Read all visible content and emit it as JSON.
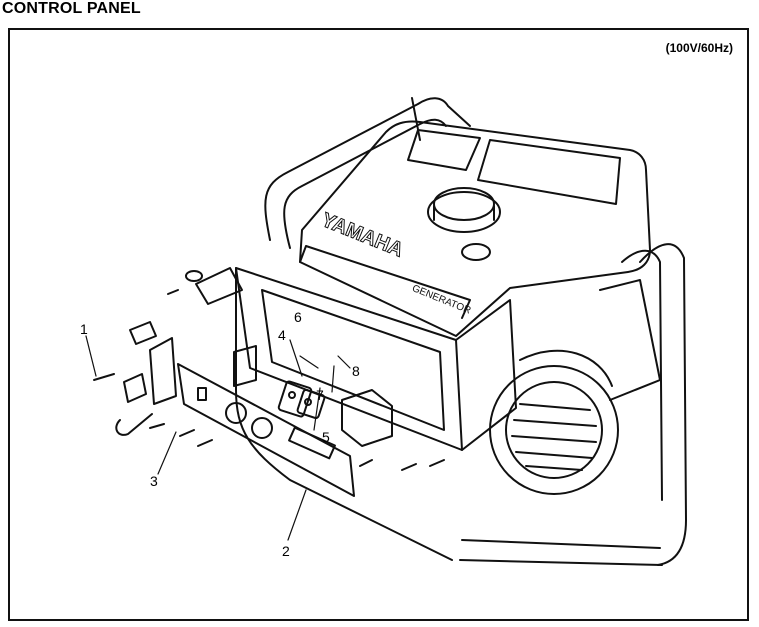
{
  "header": {
    "title": "CONTROL PANEL"
  },
  "spec_label": "(100V/60Hz)",
  "brand": {
    "name": "YAMAHA",
    "model_text": "GENERATOR"
  },
  "callouts": [
    "1",
    "2",
    "3",
    "4",
    "5",
    "6",
    "7",
    "8"
  ],
  "colors": {
    "ink": "#111111",
    "paper": "#ffffff"
  },
  "icons": [
    "screw-icon",
    "washer-icon",
    "switch-icon",
    "outlet-icon"
  ]
}
